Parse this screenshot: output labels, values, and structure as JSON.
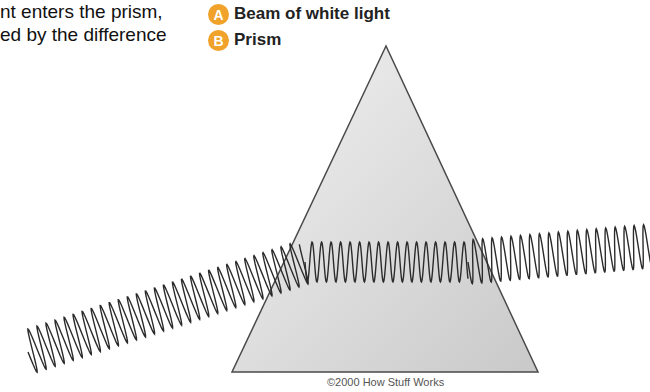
{
  "diagram": {
    "nodes": [
      {
        "text": [
          "A"
        ]
      },
      {
        "text": [
          "B"
        ]
      }
    ],
    "labels": [
      "nt enters the prism,",
      "ed by the difference",
      "Beam of white light",
      "Prism",
      "©2000 How Stuff Works"
    ]
  }
}
